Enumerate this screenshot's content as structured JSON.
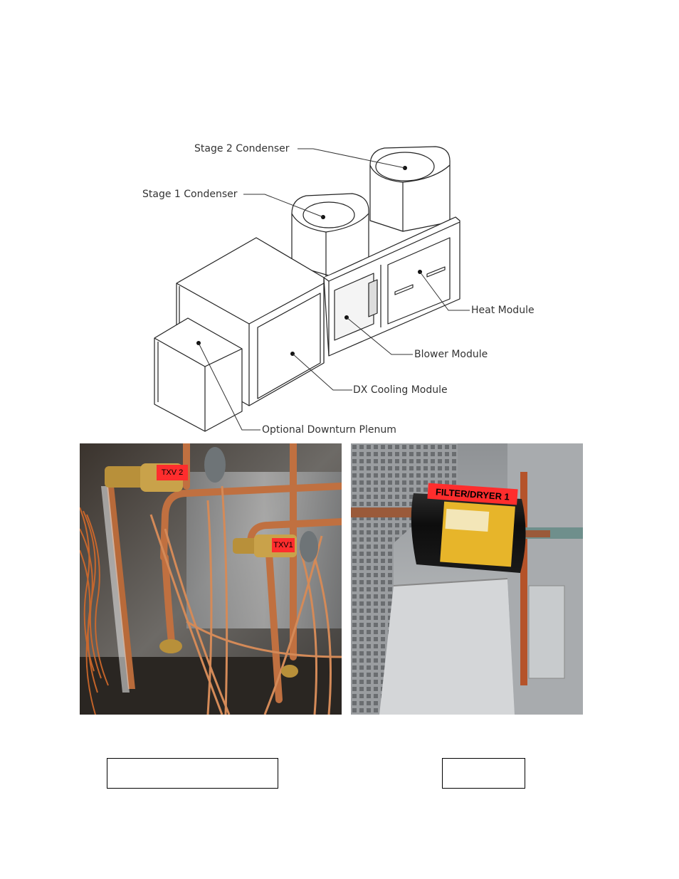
{
  "diagram": {
    "labels": {
      "stage2_condenser": "Stage 2 Condenser",
      "stage1_condenser": "Stage 1 Condenser",
      "heat_module": "Heat Module",
      "blower_module": "Blower Module",
      "dx_cooling_module": "DX Cooling Module",
      "downturn_plenum": "Optional Downturn Plenum"
    }
  },
  "photo_left": {
    "tags": {
      "txv2": "TXV 2",
      "txv1": "TXV1"
    }
  },
  "photo_right": {
    "tags": {
      "filter_dryer": "FILTER/DRYER 1"
    }
  },
  "captions": {
    "left": "",
    "right": ""
  }
}
